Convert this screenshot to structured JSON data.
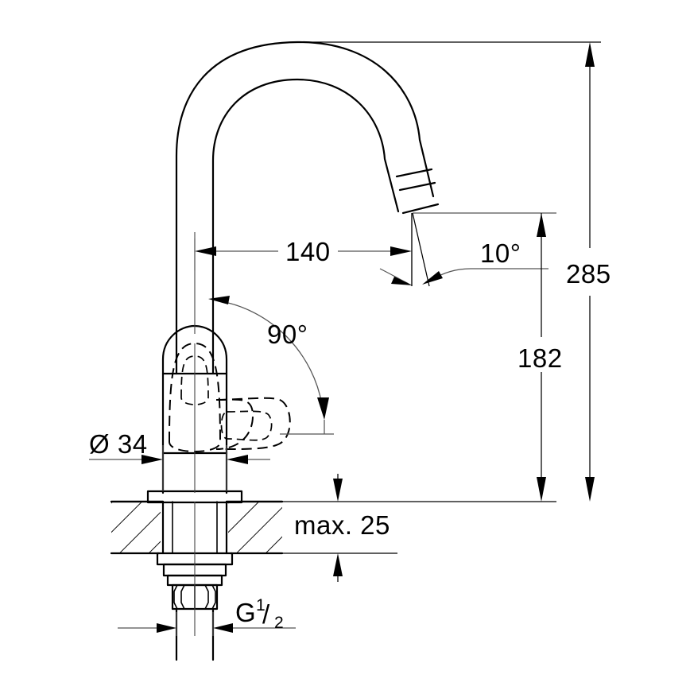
{
  "drawing": {
    "title": "Faucet technical dimension drawing",
    "subject": "single-lever basin mixer, gooseneck spout",
    "units": "mm",
    "line_color": "#000000",
    "background_color": "#ffffff",
    "dimension_color": "#555555"
  },
  "dimensions": {
    "spout_reach": {
      "label": "140",
      "orientation": "horizontal",
      "position": "upper-middle"
    },
    "outlet_angle": {
      "label": "10°",
      "orientation": "angular",
      "position": "right-of-spout-outlet"
    },
    "handle_swivel": {
      "label": "90°",
      "orientation": "angular",
      "position": "center-left-of-body"
    },
    "total_height": {
      "label": "285",
      "orientation": "vertical",
      "position": "far-right"
    },
    "spout_height": {
      "label": "182",
      "orientation": "vertical",
      "position": "right"
    },
    "base_diameter": {
      "label": "Ø 34",
      "orientation": "horizontal",
      "position": "left-of-body"
    },
    "mount_thickness": {
      "label": "max. 25",
      "orientation": "vertical",
      "position": "right-of-deck"
    },
    "thread_size": {
      "label_main": "G",
      "label_numerator": "1",
      "label_slash": "/",
      "label_denominator": "2",
      "orientation": "horizontal",
      "position": "bottom"
    }
  },
  "annotations": {
    "diameter_symbol": "Ø",
    "degree_symbol": "°",
    "max_prefix": "max.",
    "thread_prefix": "G"
  }
}
